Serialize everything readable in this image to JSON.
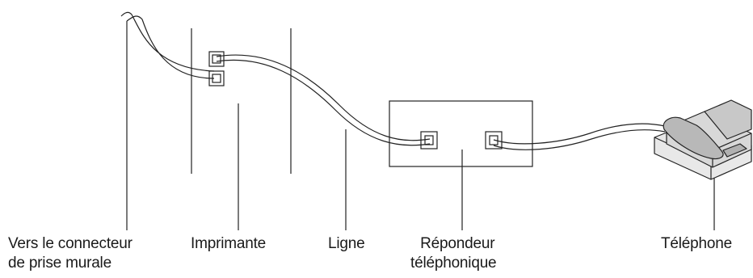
{
  "labels": {
    "wall": [
      "Vers le connecteur",
      "de prise murale"
    ],
    "printer": "Imprimante",
    "line": "Ligne",
    "answering_machine": [
      "Répondeur",
      "téléphonique"
    ],
    "telephone": "Téléphone"
  }
}
